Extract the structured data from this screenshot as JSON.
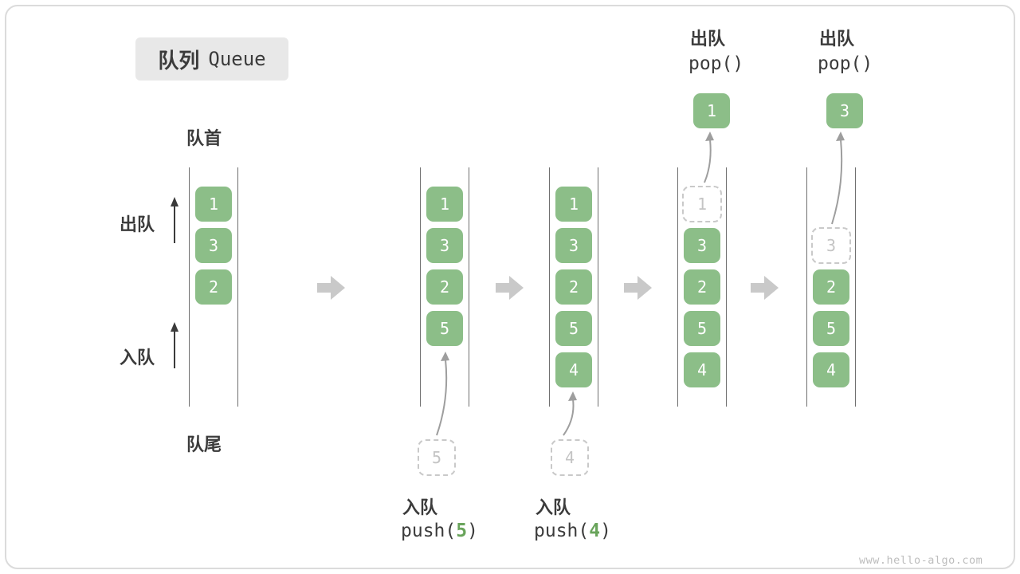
{
  "title": {
    "zh": "队列",
    "en": "Queue"
  },
  "watermark": "www.hello-algo.com",
  "side": {
    "front": "队首",
    "rear": "队尾",
    "dequeue": "出队",
    "enqueue": "入队"
  },
  "colors": {
    "box-green": "#8CBE88",
    "code-green": "#69A45B",
    "arrow-gray": "#C9C9C9",
    "line-gray": "#9E9E9E",
    "ghost-gray": "#C9C9C9",
    "ink": "#3B3B3B"
  },
  "states": [
    {
      "boxes": [
        "1",
        "3",
        "2"
      ]
    },
    {
      "boxes": [
        "1",
        "3",
        "2",
        "5"
      ],
      "ghost": "5",
      "op": {
        "zh": "入队",
        "pre": "push(",
        "arg": "5",
        "post": ")"
      }
    },
    {
      "boxes": [
        "1",
        "3",
        "2",
        "5",
        "4"
      ],
      "ghost": "4",
      "op": {
        "zh": "入队",
        "pre": "push(",
        "arg": "4",
        "post": ")"
      }
    },
    {
      "boxes": [
        "3",
        "2",
        "5",
        "4"
      ],
      "ghost": "1",
      "popped": "1",
      "op": {
        "zh": "出队",
        "pre": "pop()",
        "arg": "",
        "post": ""
      }
    },
    {
      "boxes": [
        "2",
        "5",
        "4"
      ],
      "ghost": "3",
      "popped": "3",
      "op": {
        "zh": "出队",
        "pre": "pop()",
        "arg": "",
        "post": ""
      }
    }
  ]
}
